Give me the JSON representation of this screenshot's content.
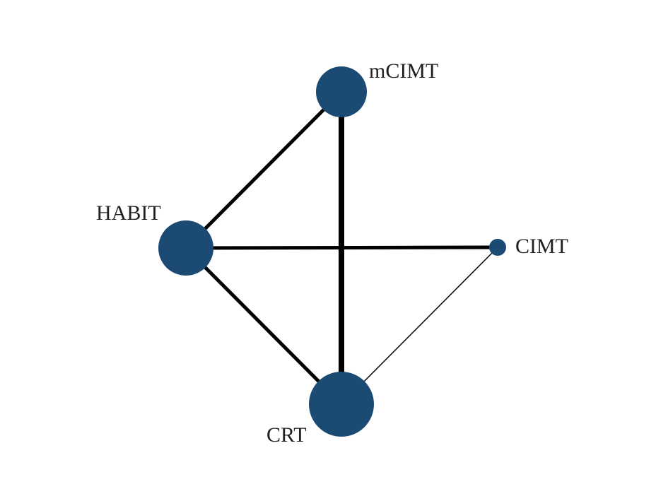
{
  "colors": {
    "node_fill": "#1b4a73",
    "edge_stroke": "#000000"
  },
  "network": {
    "nodes": [
      {
        "id": "mCIMT",
        "label": "mCIMT"
      },
      {
        "id": "HABIT",
        "label": "HABIT"
      },
      {
        "id": "CIMT",
        "label": "CIMT"
      },
      {
        "id": "CRT",
        "label": "CRT"
      }
    ],
    "edges": [
      {
        "source": "mCIMT",
        "target": "HABIT"
      },
      {
        "source": "mCIMT",
        "target": "CRT"
      },
      {
        "source": "HABIT",
        "target": "CIMT"
      },
      {
        "source": "HABIT",
        "target": "CRT"
      },
      {
        "source": "CIMT",
        "target": "CRT"
      }
    ]
  }
}
